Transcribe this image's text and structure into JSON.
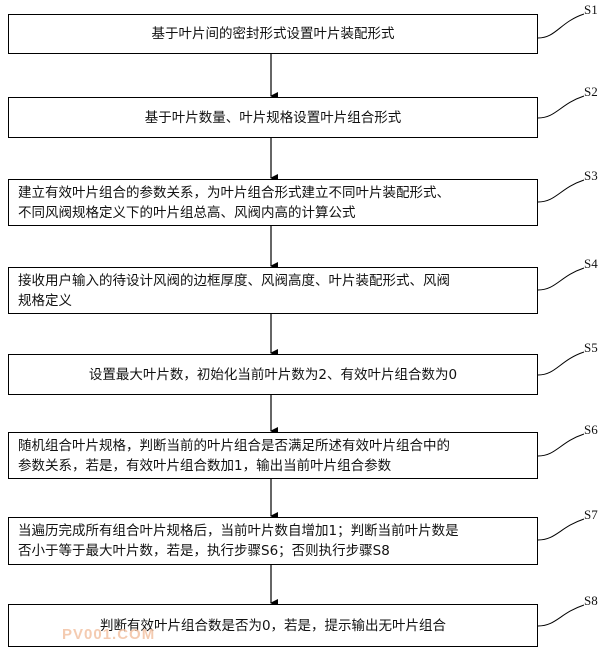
{
  "steps": [
    {
      "label": "S1",
      "text": "基于叶片间的密封形式设置叶片装配形式"
    },
    {
      "label": "S2",
      "text": "基于叶片数量、叶片规格设置叶片组合形式"
    },
    {
      "label": "S3",
      "lines": [
        "建立有效叶片组合的参数关系，为叶片组合形式建立不同叶片装配形式、",
        "不同风阀规格定义下的叶片组总高、风阀内高的计算公式"
      ]
    },
    {
      "label": "S4",
      "lines": [
        "接收用户输入的待设计风阀的边框厚度、风阀高度、叶片装配形式、风阀",
        "规格定义"
      ]
    },
    {
      "label": "S5",
      "text": "设置最大叶片数，初始化当前叶片数为2、有效叶片组合数为0"
    },
    {
      "label": "S6",
      "lines": [
        "随机组合叶片规格，判断当前的叶片组合是否满足所述有效叶片组合中的",
        "参数关系，若是，有效叶片组合数加1，输出当前叶片组合参数"
      ]
    },
    {
      "label": "S7",
      "lines": [
        "当遍历完成所有组合叶片规格后，当前叶片数自增加1；判断当前叶片数是",
        "否小于等于最大叶片数，若是，执行步骤S6；否则执行步骤S8"
      ]
    },
    {
      "label": "S8",
      "text": "判断有效叶片组合数是否为0，若是，提示输出无叶片组合"
    }
  ],
  "watermark": "PV001.COM",
  "colors": {
    "border": "#000000",
    "watermark": "#f3c3a4"
  }
}
